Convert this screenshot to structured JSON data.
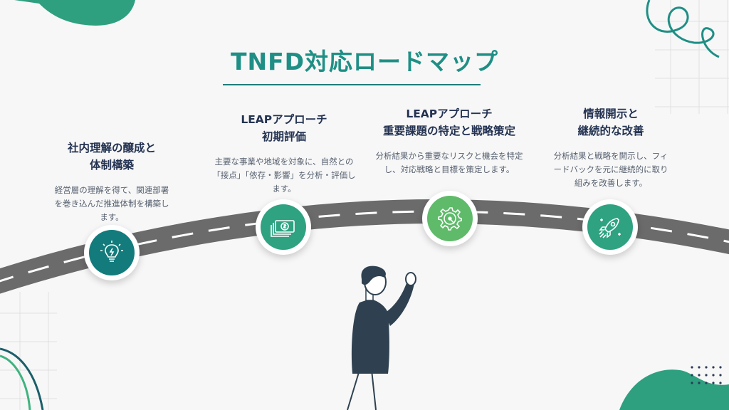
{
  "title": "TNFD対応ロードマップ",
  "steps": [
    {
      "title_lines": [
        "社内理解の醸成と",
        "体制構築"
      ],
      "description": "経営層の理解を得て、関連部署を巻き込んだ推進体制を構築します。",
      "icon": "lightbulb-icon",
      "color": "#137b7b"
    },
    {
      "title_lines": [
        "LEAPアプローチ",
        "初期評価"
      ],
      "description": "主要な事業や地域を対象に、自然との「接点」「依存・影響」を分析・評価します。",
      "icon": "money-icon",
      "color": "#2ea281"
    },
    {
      "title_lines": [
        "LEAPアプローチ",
        "重要課題の特定と戦略策定"
      ],
      "description": "分析結果から重要なリスクと機会を特定し、対応戦略と目標を策定します。",
      "icon": "gear-gauge-icon",
      "color": "#5fba6a"
    },
    {
      "title_lines": [
        "情報開示と",
        "継続的な改善"
      ],
      "description": "分析結果と戦略を開示し、フィードバックを元に継続的に取り組みを改善します。",
      "icon": "rocket-icon",
      "color": "#2ea281"
    }
  ],
  "colors": {
    "accent": "#1f8f85",
    "road": "#6b6b6b",
    "heading": "#243352",
    "figure": "#2f4150"
  }
}
